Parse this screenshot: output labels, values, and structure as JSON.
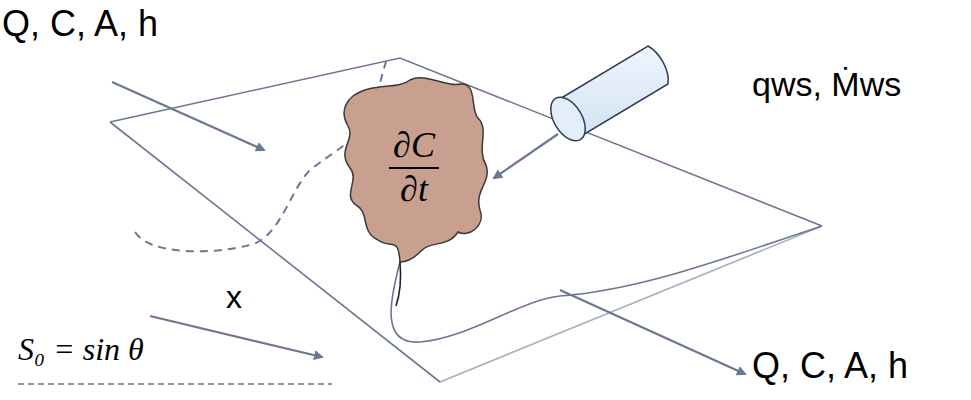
{
  "diagram": {
    "nodes": [
      {
        "text": [
          "∂C",
          "∂t"
        ]
      }
    ],
    "labels": [
      "Q, C, A, h",
      "Q, C, A, h",
      "qws, Ṁws",
      "x",
      "S₀ = sin θ"
    ]
  }
}
